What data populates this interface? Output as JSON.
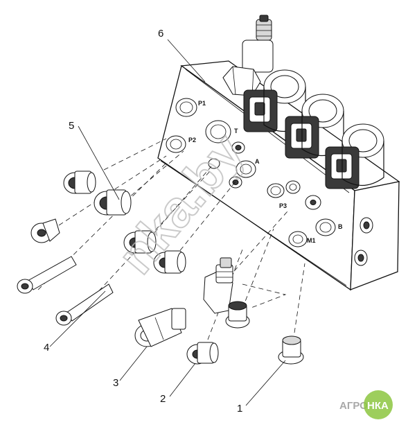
{
  "callouts": [
    "1",
    "2",
    "3",
    "4",
    "5",
    "6"
  ],
  "ports": {
    "p1": "P1",
    "p2": "P2",
    "t": "T",
    "a": "A",
    "p3": "P3",
    "b": "B",
    "m1": "M1"
  },
  "watermark": "nka.by",
  "logo": {
    "left": "АГРО",
    "right": "НКА"
  },
  "colors": {
    "logo_green": "#8cc63f",
    "watermark": "#b9b9b9",
    "ink": "#111111"
  }
}
